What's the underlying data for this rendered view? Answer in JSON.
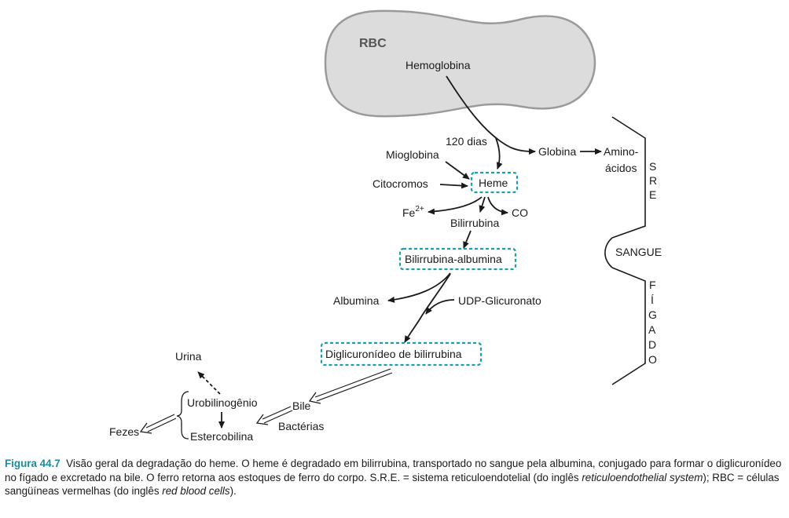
{
  "diagram": {
    "rbc": {
      "title": "RBC",
      "content": "Hemoglobina"
    },
    "time_label": "120 dias",
    "globin": "Globina",
    "amino_line1": "Amino-",
    "amino_line2": "ácidos",
    "mioglobina": "Mioglobina",
    "citocromos": "Citocromos",
    "heme": "Heme",
    "fe": "Fe",
    "fe_charge": "2+",
    "co": "CO",
    "bilirrubina": "Bilirrubina",
    "bilirrubina_albumina": "Bilirrubina-albumina",
    "albumina": "Albumina",
    "udp": "UDP-Glicuronato",
    "diglicuronideo": "Diglicuronídeo de bilirrubina",
    "urina": "Urina",
    "urobilinogenio": "Urobilinogênio",
    "estercobilina": "Estercobilina",
    "fezes": "Fezes",
    "bile": "Bile",
    "bacterias": "Bactérias",
    "sre_letters": [
      "S",
      "R",
      "E"
    ],
    "sangue": "SANGUE",
    "figado_letters": [
      "F",
      "Í",
      "G",
      "A",
      "D",
      "O"
    ]
  },
  "caption": {
    "label": "Figura 44.7",
    "text1": "Visão geral da degradação do heme. O heme é degradado em bilirrubina, transportado no sangue pela albumina, conjugado para formar o diglicuronídeo no fígado e excretado na bile. O ferro retorna aos estoques de ferro do corpo. S.R.E. = sistema reticuloendotelial (do inglês ",
    "italic1": "reticuloendothelial system",
    "text2": "); RBC = células sangüíneas vermelhas (do inglês ",
    "italic2": "red blood cells",
    "text3": ")."
  },
  "colors": {
    "box_dash": "#1d9bb0",
    "caption_label": "#1d8aa0",
    "cell_fill": "#dcdcdc",
    "cell_stroke": "#9a9a9a"
  }
}
